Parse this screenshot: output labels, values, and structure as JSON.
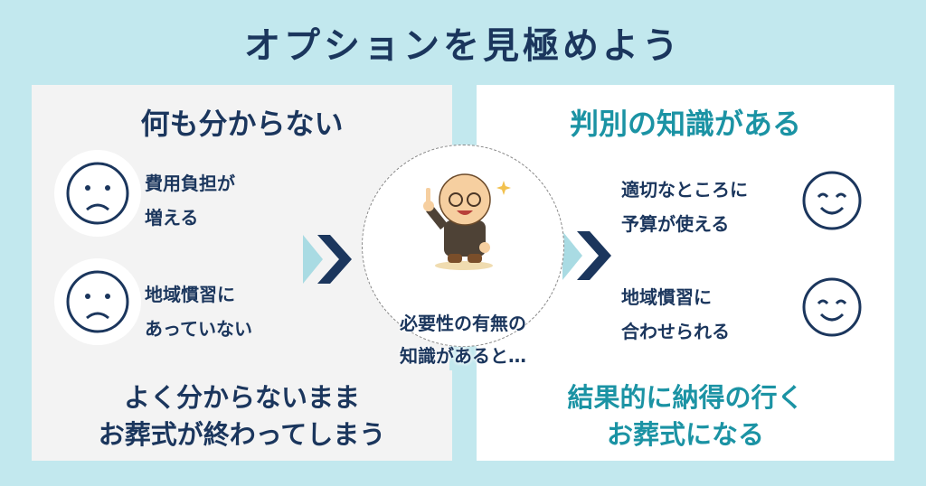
{
  "title": "オプションを見極めよう",
  "left": {
    "heading": "何も分からない",
    "items": [
      {
        "line1": "費用負担が",
        "line2": "増える",
        "icon": "sad-face-icon"
      },
      {
        "line1": "地域慣習に",
        "line2": "あっていない",
        "icon": "sad-face-icon"
      }
    ],
    "bottom1": "よく分からないまま",
    "bottom2": "お葬式が終わってしまう"
  },
  "center": {
    "line1": "必要性の有無の",
    "line2": "知識があると…",
    "icon": "monk-character-icon"
  },
  "right": {
    "heading": "判別の知識がある",
    "items": [
      {
        "line1": "適切なところに",
        "line2": "予算が使える",
        "icon": "smile-face-icon"
      },
      {
        "line1": "地域慣習に",
        "line2": "合わせられる",
        "icon": "smile-face-icon"
      }
    ],
    "bottom1": "結果的に納得の行く",
    "bottom2": "お葬式になる"
  },
  "colors": {
    "navy": "#1b365d",
    "teal": "#1b93a4",
    "background": "#c2e8ee"
  }
}
